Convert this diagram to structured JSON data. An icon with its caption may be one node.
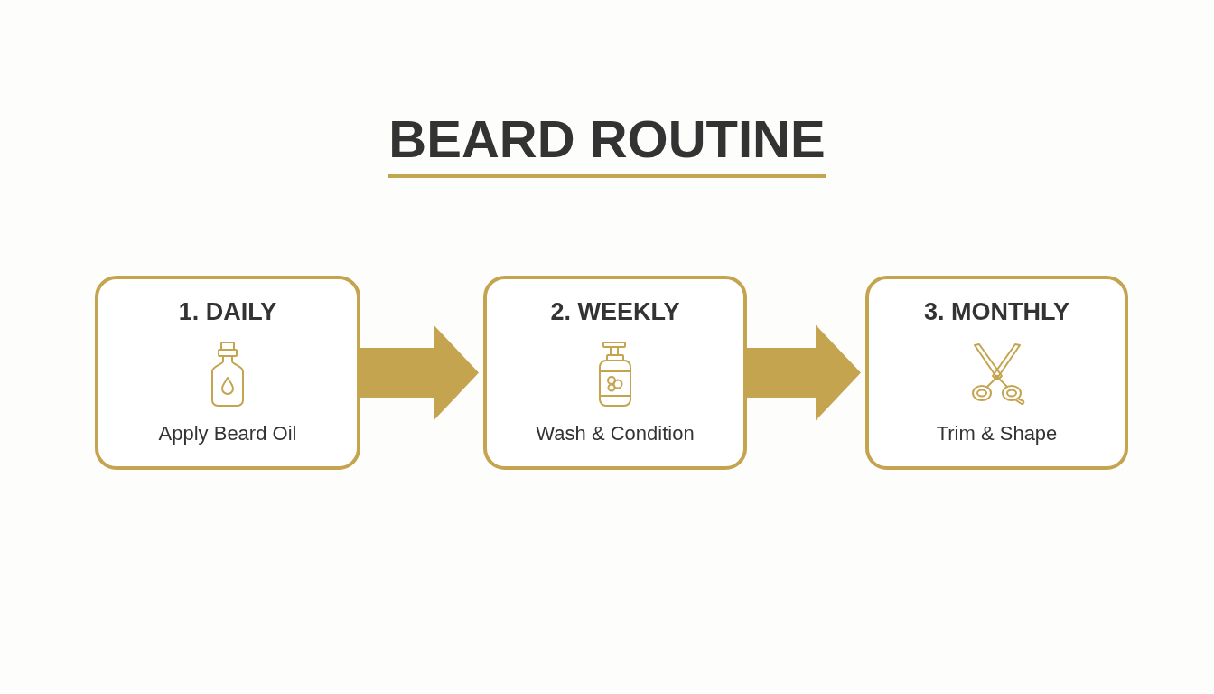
{
  "diagram": {
    "title": "BEARD ROUTINE",
    "nodes": [
      {
        "text": [
          "1. DAILY",
          "Apply Beard Oil"
        ]
      },
      {
        "text": [
          "2. WEEKLY",
          "Wash & Condition"
        ]
      },
      {
        "text": [
          "3. MONTHLY",
          "Trim & Shape"
        ]
      }
    ],
    "edges": [
      {
        "from": 0,
        "to": 1,
        "arrow": "to"
      },
      {
        "from": 1,
        "to": 2,
        "arrow": "to"
      }
    ]
  }
}
